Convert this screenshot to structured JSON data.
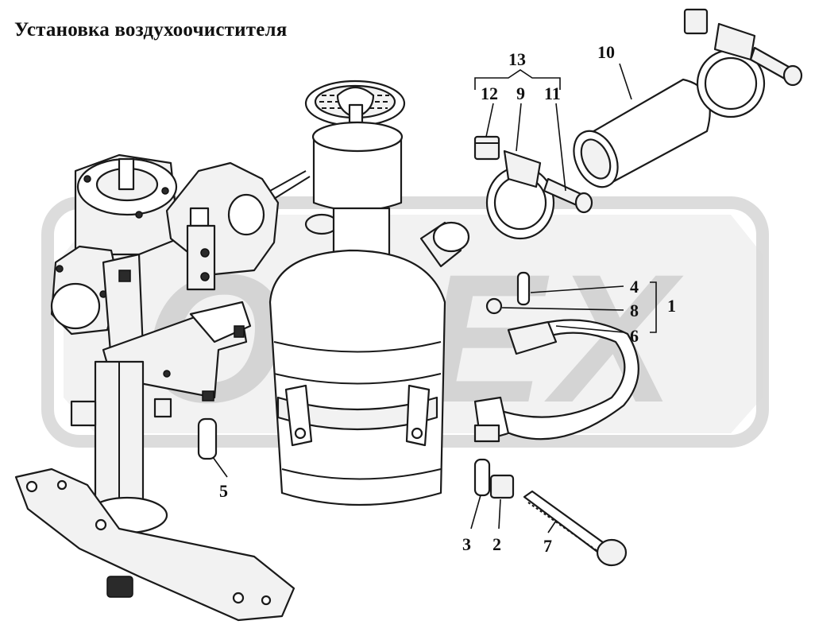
{
  "title": "Установка воздухоочистителя",
  "watermark": "OPEX",
  "callouts": {
    "c1": "1",
    "c2": "2",
    "c3": "3",
    "c4": "4",
    "c5": "5",
    "c6": "6",
    "c7": "7",
    "c8": "8",
    "c9": "9",
    "c10": "10",
    "c11": "11",
    "c12": "12",
    "c13": "13"
  },
  "colors": {
    "line": "#1a1a1a",
    "watermark": "#d9d9d9",
    "fill": "#f2f2f2"
  }
}
